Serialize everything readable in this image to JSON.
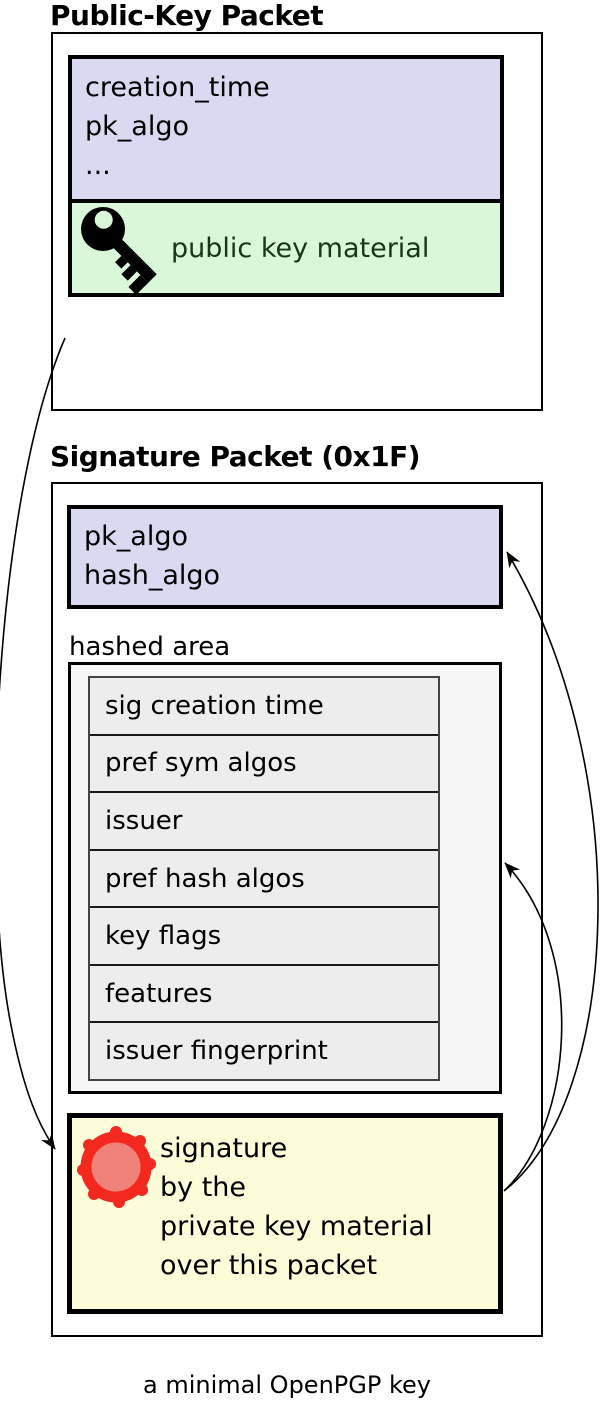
{
  "public_key_packet": {
    "title": "Public-Key Packet",
    "header_fields": [
      "creation_time",
      "pk_algo",
      "..."
    ],
    "material_label": "public key material"
  },
  "signature_packet": {
    "title": "Signature Packet (0x1F)",
    "fields": [
      "pk_algo",
      "hash_algo"
    ],
    "hashed_area_label": "hashed area",
    "hashed_subpackets": [
      "sig creation time",
      "pref sym algos",
      "issuer",
      "pref hash algos",
      "key flags",
      "features",
      "issuer fingerprint"
    ],
    "signature_lines": [
      "signature",
      "by the",
      "private key material",
      "over this packet"
    ]
  },
  "caption": "a minimal OpenPGP key",
  "icons": {
    "public_key": "key-icon",
    "signature_seal": "wax-seal-icon"
  },
  "colors": {
    "lavender": "#d9d9f2",
    "green": "#d9f7d9",
    "green-text": "#143914",
    "yellow": "#fcfcd9",
    "hashed-bg": "#f7f7f7",
    "row-bg": "#ededed",
    "seal-ring": "#f3281e",
    "seal-fill": "#ef8279",
    "ink": "#000000"
  }
}
